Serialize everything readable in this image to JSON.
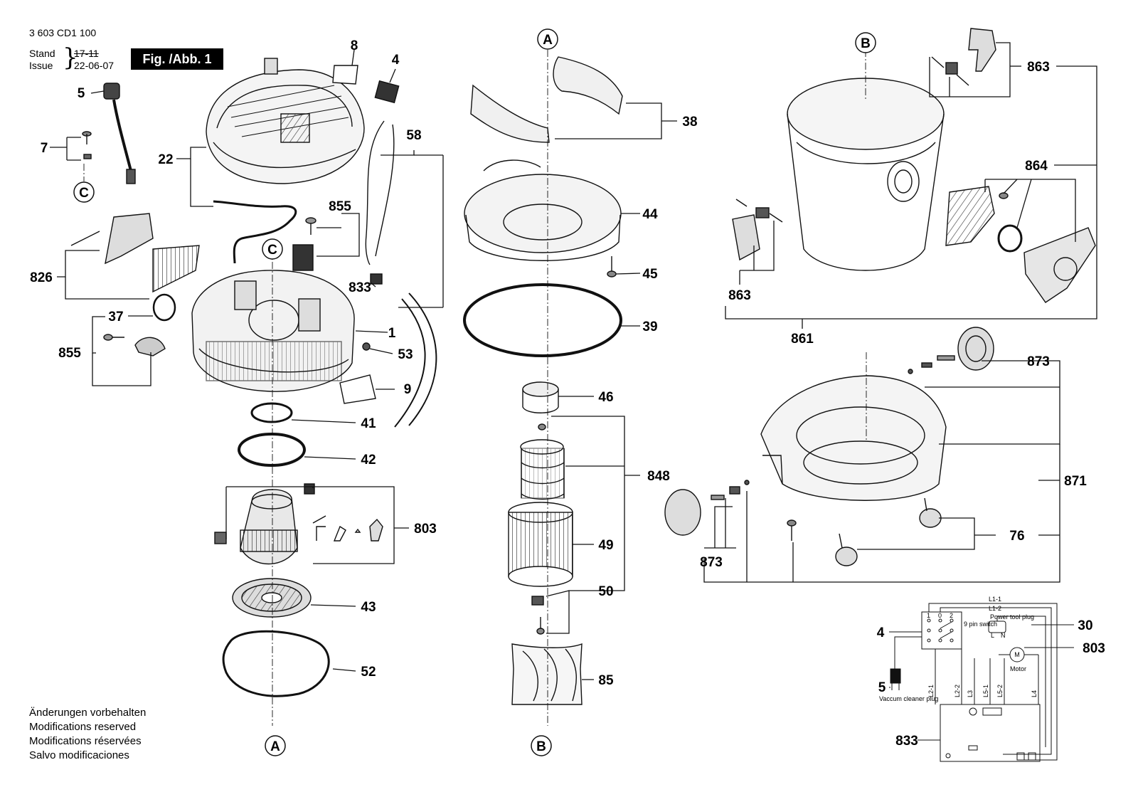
{
  "header": {
    "doc_number": "3 603 CD1 100",
    "stand_label": "Stand",
    "issue_label": "Issue",
    "old_date": "17-11",
    "new_date": "22-06-07",
    "figure_badge": "Fig. /Abb. 1"
  },
  "notes": [
    "Änderungen vorbehalten",
    "Modifications reserved",
    "Modifications réservées",
    "Salvo modificaciones"
  ],
  "markers": {
    "A": "A",
    "B": "B",
    "C": "C"
  },
  "callouts": {
    "p1": "1",
    "p4": "4",
    "p5": "5",
    "p7": "7",
    "p8": "8",
    "p9": "9",
    "p22": "22",
    "p30": "30",
    "p37": "37",
    "p38": "38",
    "p39": "39",
    "p41": "41",
    "p42": "42",
    "p43": "43",
    "p44": "44",
    "p45": "45",
    "p46": "46",
    "p49": "49",
    "p50": "50",
    "p52": "52",
    "p53": "53",
    "p58": "58",
    "p76": "76",
    "p85": "85",
    "p803": "803",
    "p826": "826",
    "p833": "833",
    "p848": "848",
    "p855": "855",
    "p861": "861",
    "p863": "863",
    "p864": "864",
    "p871": "871",
    "p873": "873"
  },
  "wiring": {
    "l1_1": "L1-1",
    "l1_2": "L1-2",
    "switch_label": "9 pin switch",
    "switch_pin_1": "1",
    "switch_pin_0": "0",
    "switch_pin_2": "2",
    "power_tool_plug": "Power tool plug",
    "plug_l": "L",
    "plug_n": "N",
    "motor_symbol": "M",
    "motor_label": "Motor",
    "vacuum_plug": "Vaccum cleaner plug",
    "l2_1": "L2-1",
    "l2_2": "L2-2",
    "l3": "L3",
    "l5_1": "L5-1",
    "l5_2": "L5-2",
    "l4": "L4"
  }
}
